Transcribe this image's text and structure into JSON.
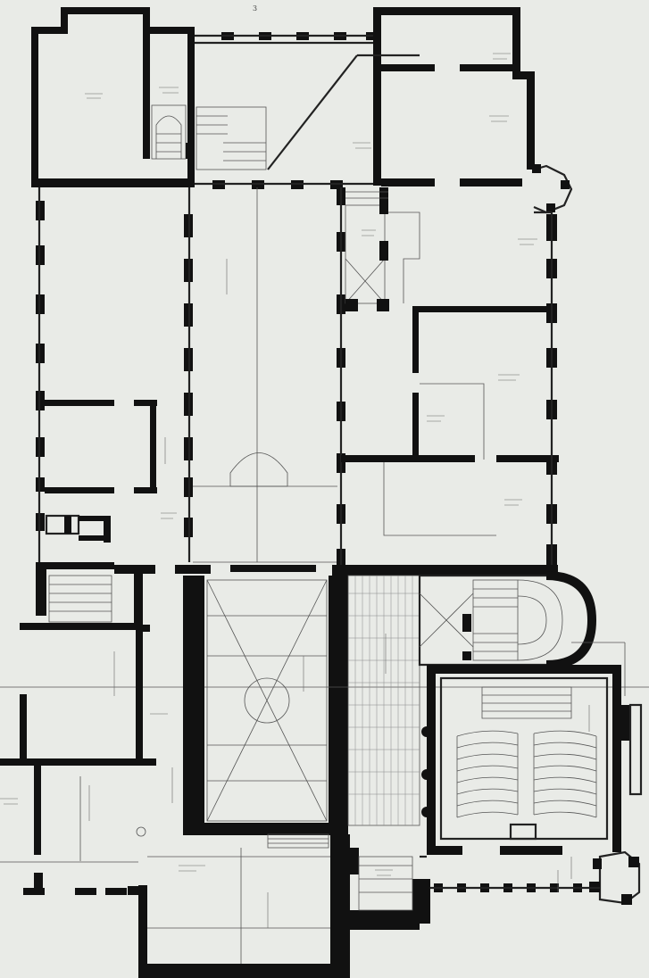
{
  "sheet": {
    "number": "3"
  },
  "rooms": [
    {
      "id": "room-north-west"
    },
    {
      "id": "stair-north"
    },
    {
      "id": "vestibule-north"
    },
    {
      "id": "room-north-east"
    },
    {
      "id": "great-hall-west"
    },
    {
      "id": "central-gallery"
    },
    {
      "id": "courtyard-light-shaft"
    },
    {
      "id": "room-east-upper"
    },
    {
      "id": "room-east-middle"
    },
    {
      "id": "room-east-lower"
    },
    {
      "id": "stair-hall-semicircular"
    },
    {
      "id": "lecture-hall"
    },
    {
      "id": "glass-court"
    },
    {
      "id": "entrance-hall"
    }
  ],
  "colors": {
    "paper": "#e9ebe7",
    "ink": "#111111"
  }
}
